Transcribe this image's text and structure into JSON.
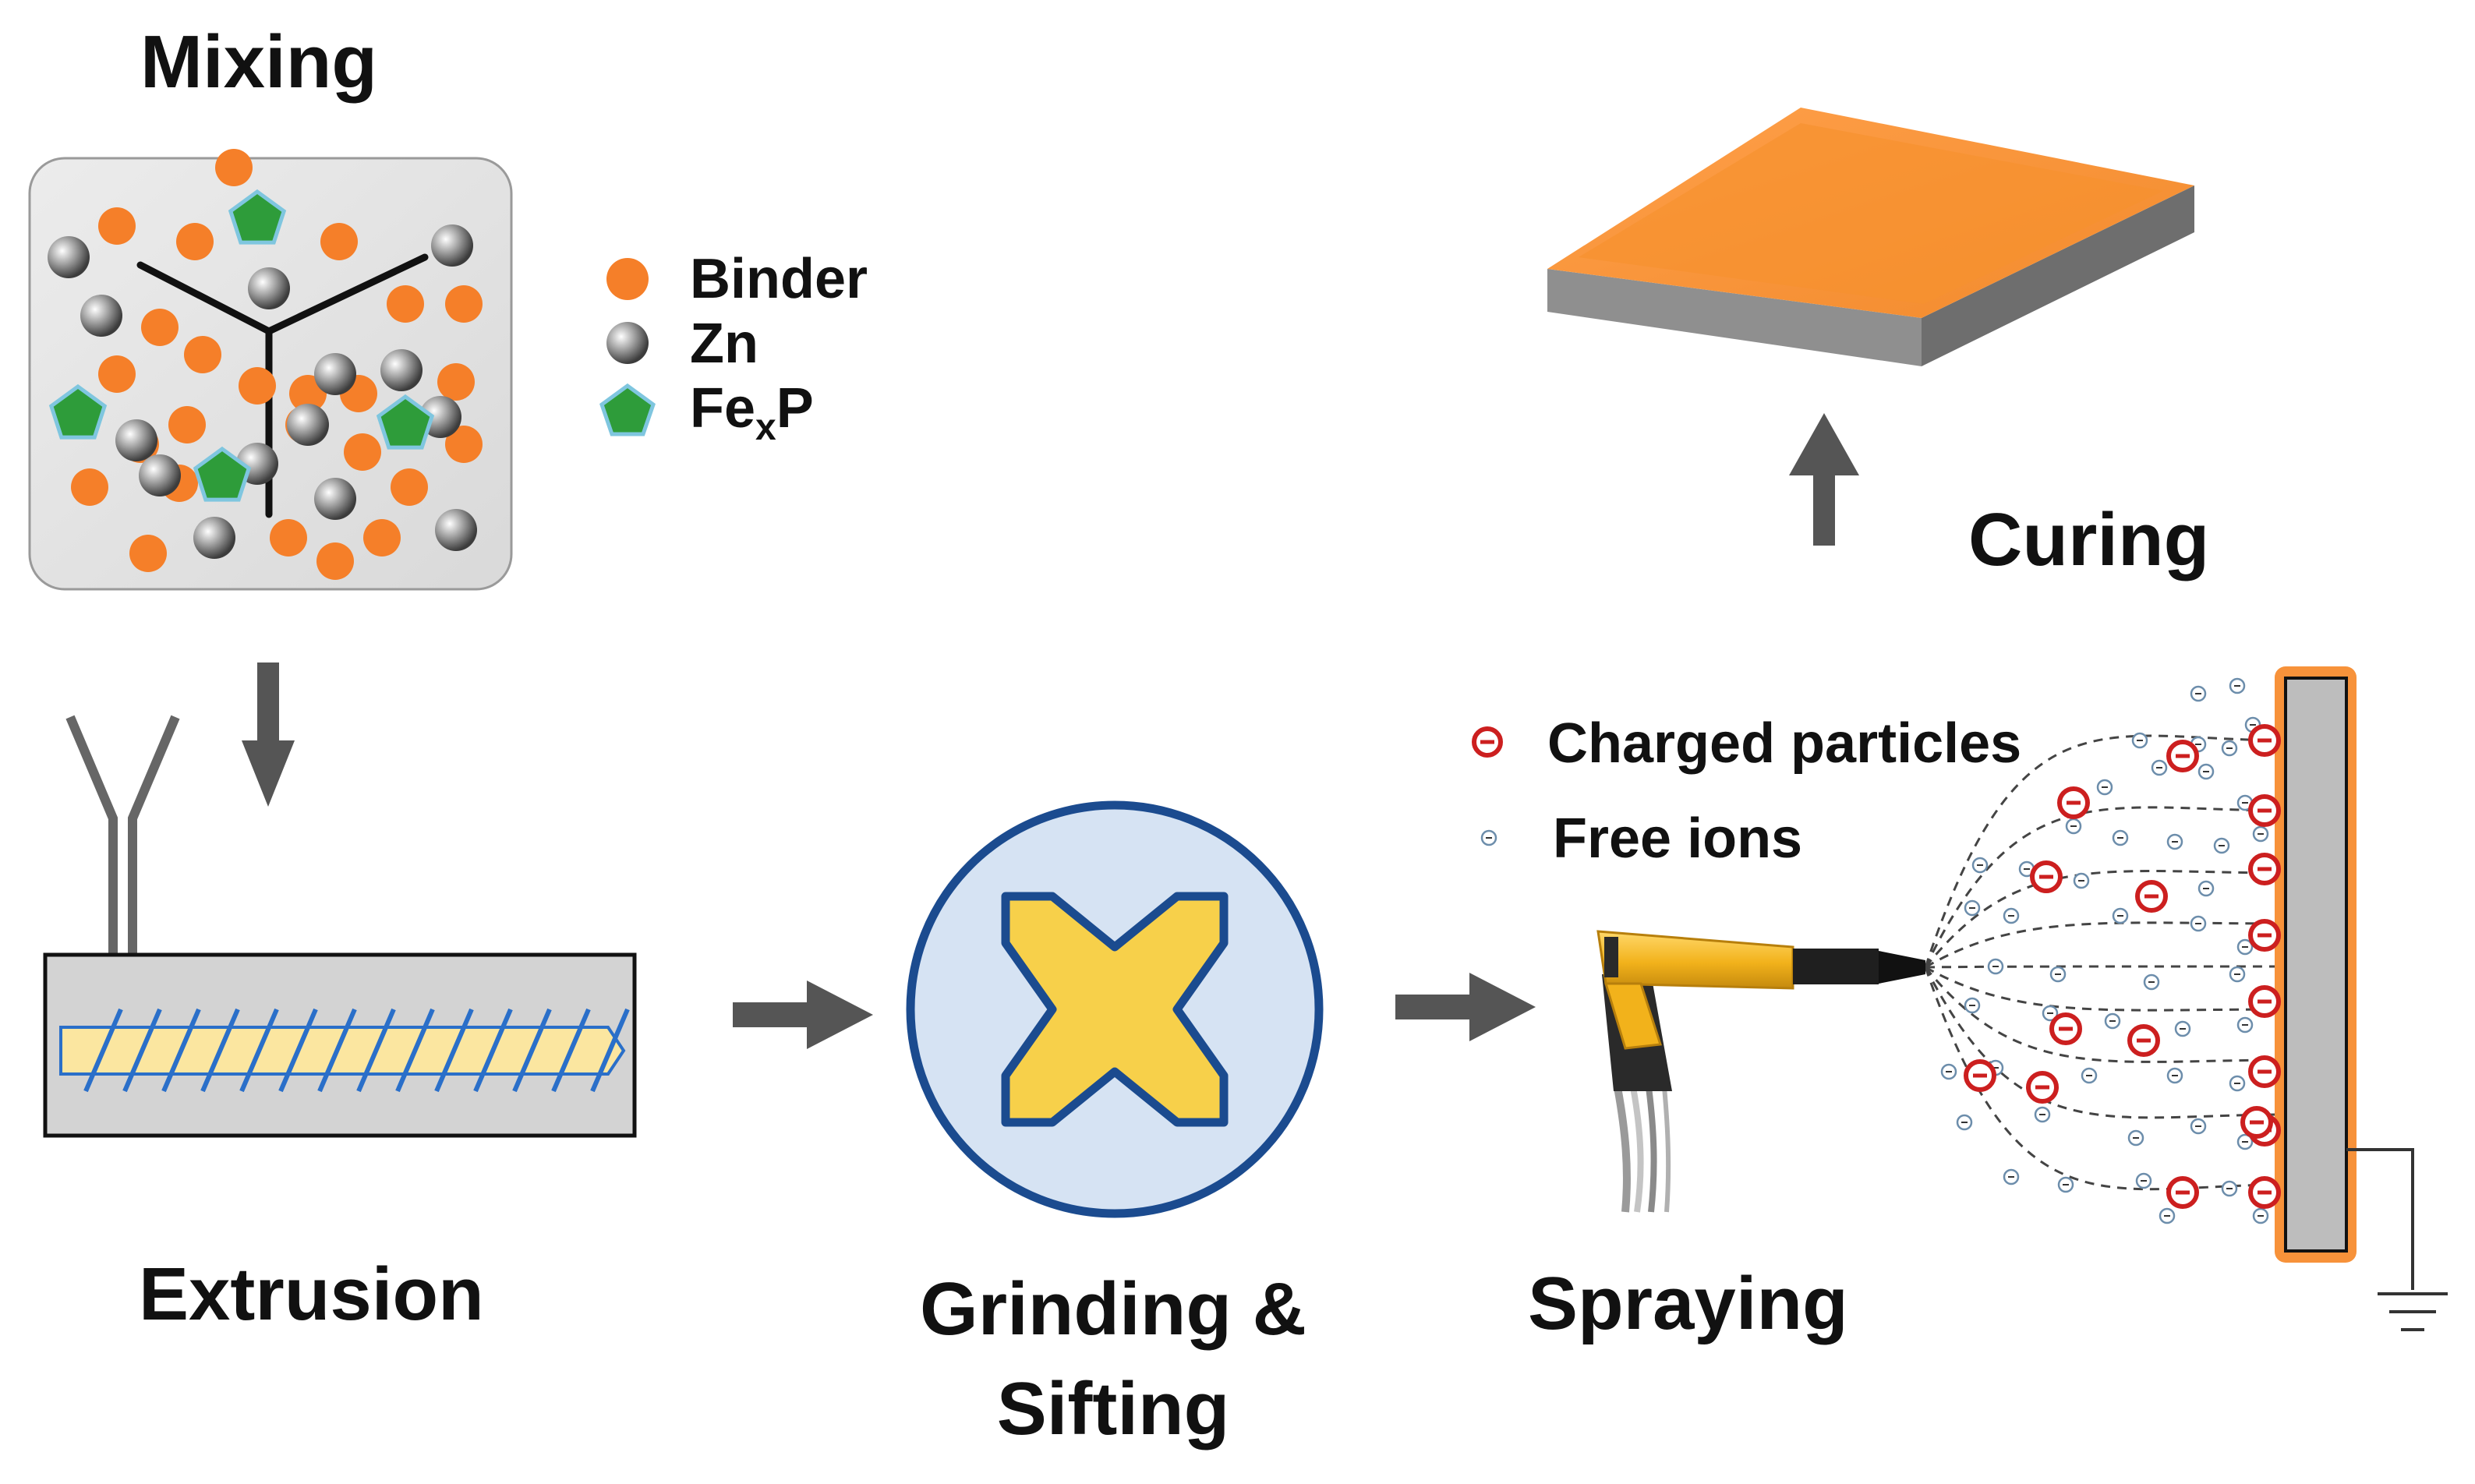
{
  "steps": {
    "mixing": "Mixing",
    "extrusion": "Extrusion",
    "grinding_line1": "Grinding &",
    "grinding_line2": "Sifting",
    "spraying": "Spraying",
    "curing": "Curing"
  },
  "legend": {
    "binder": "Binder",
    "zn": "Zn",
    "fexp_main": "Fe",
    "fexp_sub": "x",
    "fexp_tail": "P",
    "charged": "Charged particles",
    "free_ions": "Free ions"
  },
  "colors": {
    "binder": "#f57f29",
    "zn": "#8c8c8c",
    "fexp": "#2e9c3a",
    "fexp_outline": "#7fc6df",
    "arrow": "#555555",
    "grinder_ring": "#1b4b8f",
    "grinder_fill": "#d6e3f3",
    "grinder_cross": "#f7d04a",
    "screw_fill": "#fbe6a0",
    "screw_blade": "#2a6fc9",
    "charge_red": "#cc1f1f",
    "coating_orange": "#f7923a",
    "panel_gray": "#bdbdbd"
  }
}
